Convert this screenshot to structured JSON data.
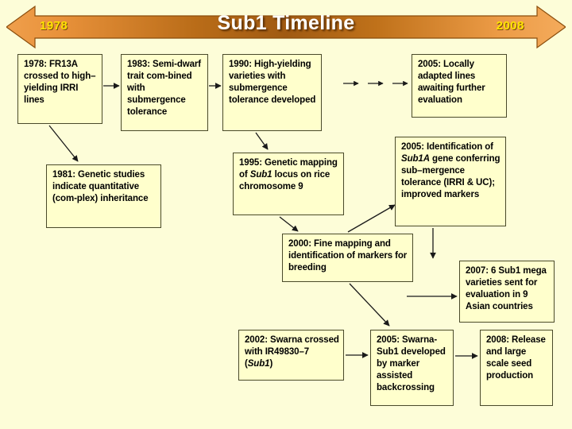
{
  "banner": {
    "title": "Sub1 Timeline",
    "year_start": "1978",
    "year_end": "2008",
    "colors": {
      "fill_light": "#f0a24a",
      "fill_dark": "#a05a12",
      "year_text": "#ffe400",
      "title_text": "#ffffff"
    }
  },
  "canvas": {
    "background": "#fdfdd8",
    "box_fill": "#ffffcc",
    "box_border": "#4a4a2a"
  },
  "nodes": [
    {
      "id": "1978",
      "year": "1978",
      "text": ": FR13A crossed to high–yielding IRRI lines"
    },
    {
      "id": "1983",
      "year": "1983",
      "text": ": Semi-dwarf trait com-bined with submergence tolerance"
    },
    {
      "id": "1990",
      "year": "1990",
      "text": ": High-yielding varieties with submergence tolerance developed"
    },
    {
      "id": "2005a",
      "year": "2005",
      "text": ": Locally adapted lines awaiting further evaluation"
    },
    {
      "id": "1981",
      "year": "1981",
      "text": ": Genetic studies indicate quantitative (com-plex) inheritance"
    },
    {
      "id": "1995",
      "year": "1995",
      "text_pre": ": Genetic mapping of ",
      "italic": "Sub1",
      "text_post": " locus on rice chromosome 9"
    },
    {
      "id": "2005b",
      "year": "2005",
      "text_pre": ": Identification of ",
      "italic": "Sub1A",
      "text_post": " gene conferring sub–mergence tolerance (IRRI & UC); improved markers"
    },
    {
      "id": "2000",
      "year": "2000",
      "text": ": Fine mapping and identification of markers for breeding"
    },
    {
      "id": "2007",
      "year": "2007",
      "text": ": 6 Sub1 mega varieties sent for evaluation in 9 Asian countries"
    },
    {
      "id": "2002",
      "year": "2002",
      "text_pre": ": Swarna crossed with IR49830–7 (",
      "italic": "Sub1",
      "text_post": ")"
    },
    {
      "id": "2005c",
      "year": "2005",
      "text": ": Swarna-Sub1 developed by marker assisted backcrossing"
    },
    {
      "id": "2008",
      "year": "2008",
      "text": ": Release and large scale seed production"
    }
  ]
}
